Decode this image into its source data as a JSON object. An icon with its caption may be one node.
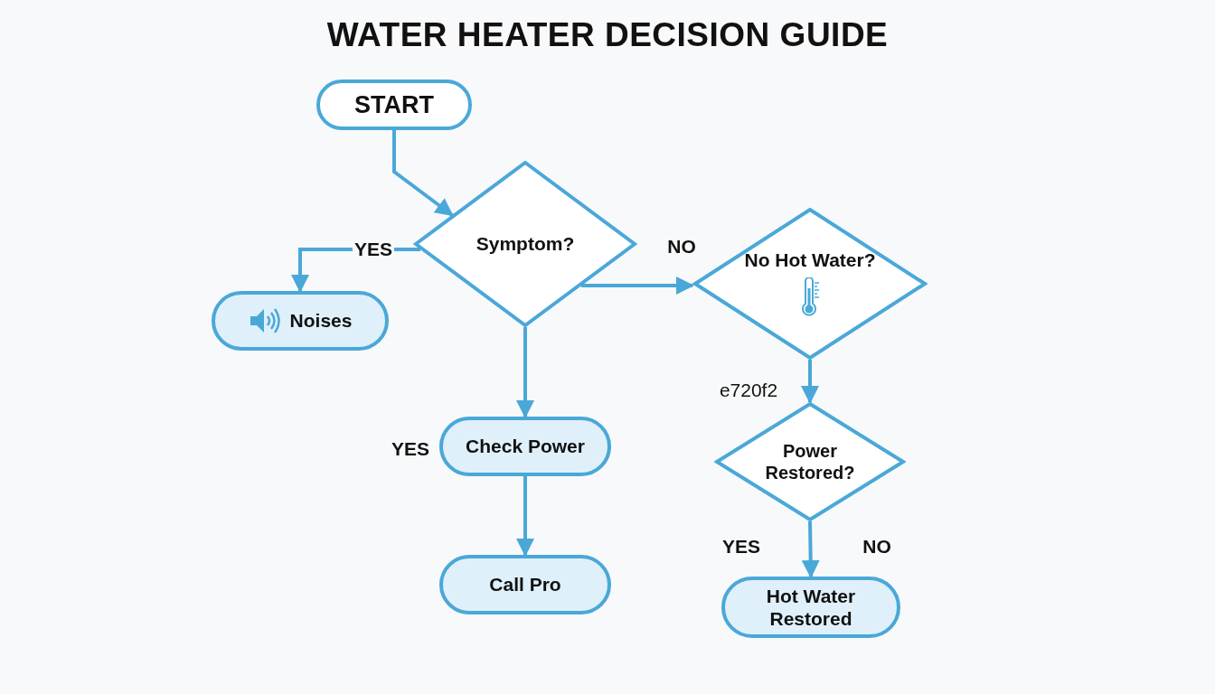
{
  "diagram": {
    "title": "WATER HEATER DECISION GUIDE",
    "nodes": [
      {
        "text": [
          "START"
        ]
      },
      {
        "text": [
          "Symptom?"
        ]
      },
      {
        "text": [
          "Noises"
        ]
      },
      {
        "text": [
          "No Hot Water?"
        ]
      },
      {
        "text": [
          "Check Power"
        ],
        "beside": [
          "YES"
        ]
      },
      {
        "text": [
          "Call Pro"
        ]
      },
      {
        "text": [
          "Power Restored?"
        ]
      },
      {
        "text": [
          "Hot Water Restored"
        ]
      }
    ],
    "edges": [
      {
        "from": 0,
        "to": 1,
        "arrow": "to"
      },
      {
        "from": 1,
        "to": 2,
        "arrow": "to",
        "label": "YES"
      },
      {
        "from": 1,
        "to": 3,
        "arrow": "to",
        "label": "NO"
      },
      {
        "from": 1,
        "to": 4,
        "arrow": "to"
      },
      {
        "from": 4,
        "to": 5,
        "arrow": "to"
      },
      {
        "from": 3,
        "to": 6,
        "arrow": "to",
        "label": "e720f2"
      },
      {
        "from": 6,
        "to": 7,
        "arrow": "to"
      }
    ],
    "labels": [
      "YES",
      "NO"
    ]
  }
}
